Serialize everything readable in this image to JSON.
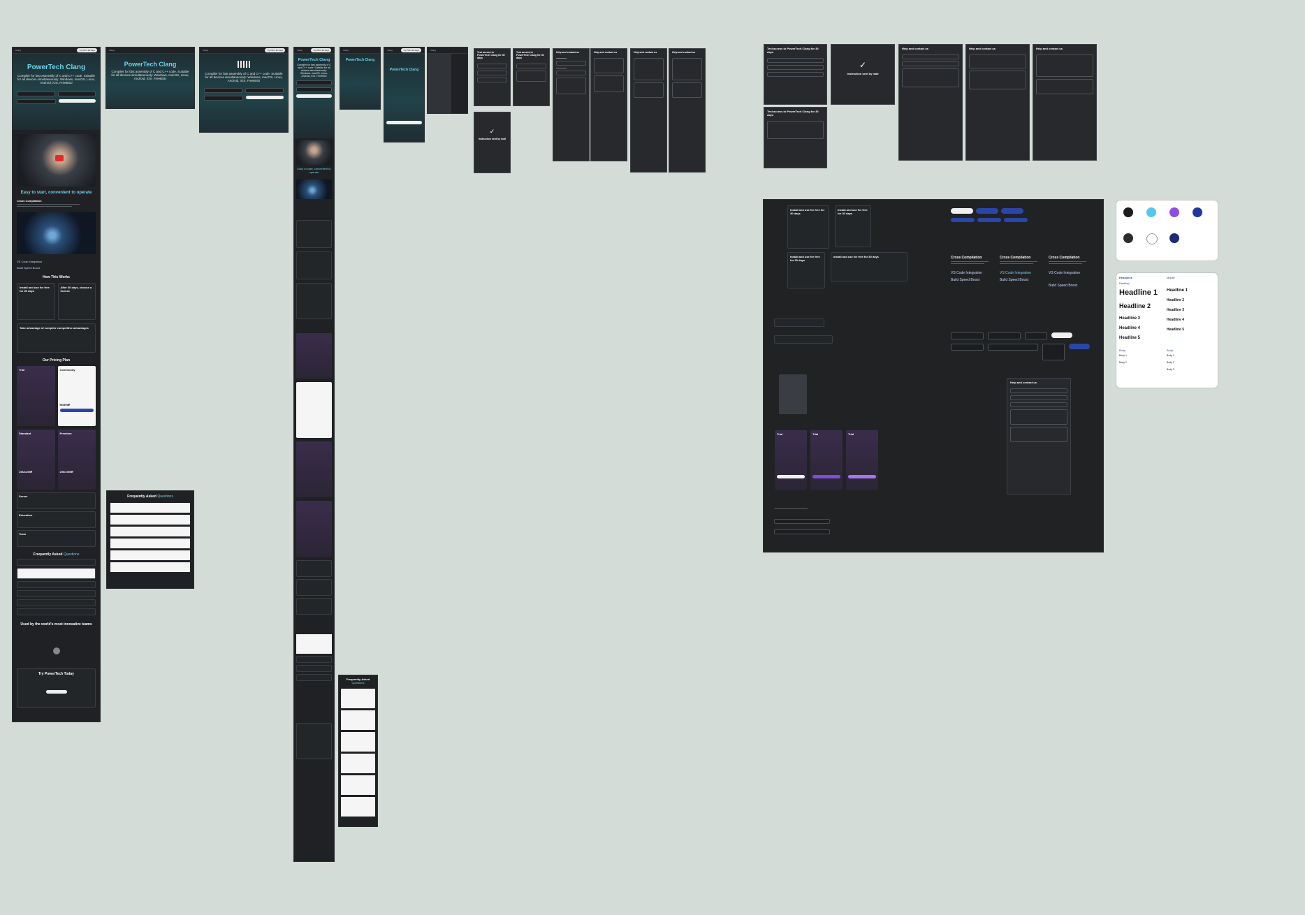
{
  "nav": {
    "logo": "Clang",
    "cta": "Try PRO 30 days"
  },
  "hero": {
    "title": "PowerTech Clang",
    "subtitle": "Compiler for fast assembly of C and C++ code. Suitable for all devices simultaneously: Windows, macOS, Linux, Android, iOS, FreeBSD",
    "button": "Try PRO 30 days"
  },
  "sections": {
    "easy": "Easy to start, convenient to operate",
    "cross": "Cross Compilation",
    "vscode": "VS Code Integration",
    "build": "Build Speed Boost",
    "how": "How This Works",
    "pricing": "Our Pricing Plan",
    "faq_prefix": "Frequently Asked",
    "faq_word": "Questions",
    "used": "Used by the world's most innovative teams",
    "try": "Try PowerTech Today"
  },
  "steps": [
    "Install and use for free for 30 days",
    "After 30 days, choose a license",
    "Take advantage of compiler competitive advantages"
  ],
  "plans": [
    {
      "name": "Trial",
      "price": ""
    },
    {
      "name": "Community",
      "price": "9€/599₽"
    },
    {
      "name": "Standard",
      "price": "19€/1299₽"
    },
    {
      "name": "Premium",
      "price": "29€/1999₽"
    }
  ],
  "extra_plans": [
    "Server",
    "Education",
    "Team"
  ],
  "modals": {
    "trial": "Test access to PowerTech Clang for 30 days",
    "mail": "Instruction sent by mail",
    "help": "Help and contact us"
  },
  "ds": {
    "headlines_label": "Headlines",
    "desktop": "Desktop",
    "mobile": "Mobile",
    "headlines": [
      "Headline 1",
      "Headline 2",
      "Headline 3",
      "Headline 4",
      "Headline 5"
    ],
    "body": "Body",
    "body_items": [
      "Body 1",
      "Body 2",
      "Body 3"
    ],
    "colors": [
      "#1b1b1b",
      "#55c7ec",
      "#8b4fe0",
      "#2236a0",
      "#2c2c2c",
      "#ffffff",
      "#1b2a7a"
    ],
    "cards_cross": "Cross Compilation",
    "cards_vscode": "VS Code Integration",
    "cards_build": "Build Speed Boost",
    "install": "Install and use for free for 30 days"
  },
  "check_mark": "✓"
}
